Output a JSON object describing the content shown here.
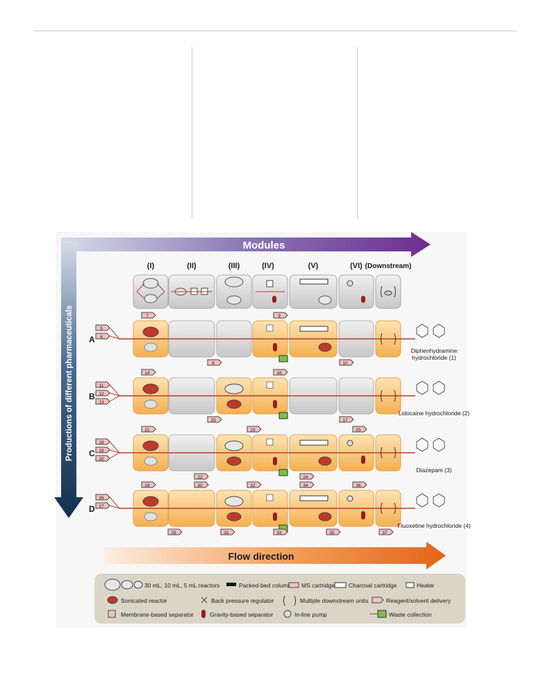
{
  "figure": {
    "modules_title": "Modules",
    "flow_title": "Flow direction",
    "vertical_title": "Productions of different pharmaceuticals",
    "module_labels": [
      "(I)",
      "(II)",
      "(III)",
      "(IV)",
      "(V)",
      "(VI)",
      "(Downstream)"
    ],
    "rows": [
      {
        "letter": "A",
        "product": "Diphenhydramine",
        "product2": "hydrochloride (1)",
        "inlets": [
          "5",
          "6"
        ],
        "tags": [
          "7",
          "8",
          "9",
          "10"
        ]
      },
      {
        "letter": "B",
        "product": "Lidocaine hydrochloride (2)",
        "product2": "",
        "inlets": [
          "11",
          "12",
          "13"
        ],
        "tags": [
          "14",
          "15",
          "16",
          "17"
        ]
      },
      {
        "letter": "C",
        "product": "Diazepam (3)",
        "product2": "",
        "inlets": [
          "18",
          "19",
          "20"
        ],
        "tags": [
          "21",
          "22",
          "23",
          "24",
          "25"
        ]
      },
      {
        "letter": "D",
        "product": "Fluoxetine hydrochloride (4)",
        "product2": "",
        "inlets": [
          "26",
          "27"
        ],
        "tags": [
          "28",
          "29",
          "30",
          "31",
          "32",
          "33",
          "34",
          "35",
          "36",
          "37"
        ]
      }
    ],
    "legend": {
      "reactors": "30 mL, 10 mL, 5 mL reactors",
      "packed_bed": "Packed-bed column",
      "ms_cartridge": "MS cartridge",
      "charcoal": "Charcoal cartridge",
      "heater": "Heater",
      "sonicated": "Sonicated reactor",
      "bpr": "Back pressure regulator",
      "multiple": "Multiple downstream units",
      "reagent": "Reagent/solvent delivery",
      "membrane": "Membrane-based separator",
      "gravity": "Gravity-based separator",
      "pump": "In-line pump",
      "waste": "Waste collection"
    },
    "colors": {
      "modules_arrow": "#6b2d90",
      "flow_arrow": "#e8731e",
      "vertical_arrow": "#1a3a5c",
      "line": "#c0392b",
      "module_active": "#f6b85a",
      "module_inactive": "#cfcfcf",
      "legend_bg": "#d9d6c8"
    }
  }
}
